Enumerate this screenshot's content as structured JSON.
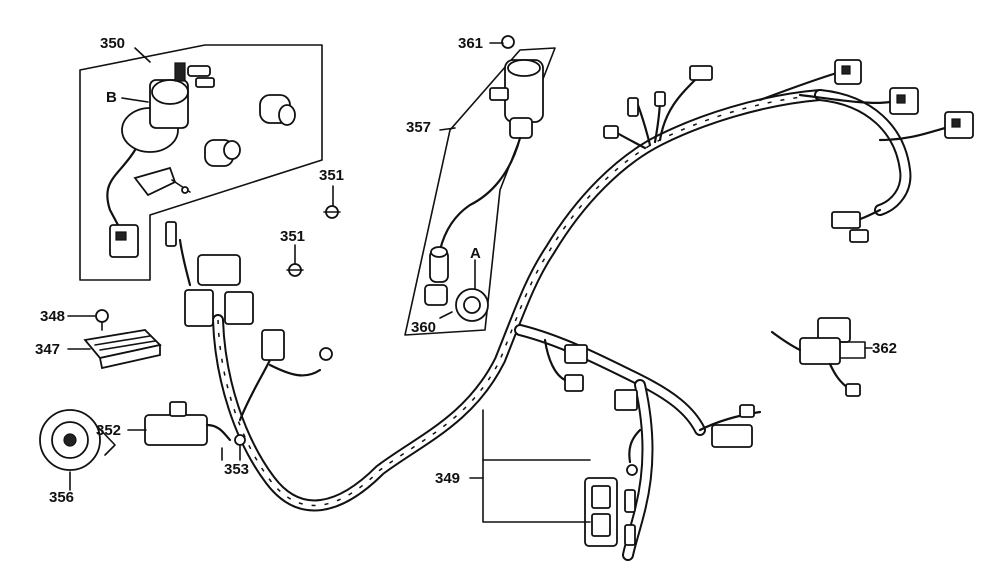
{
  "callouts": {
    "c350": "350",
    "cB": "B",
    "c351a": "351",
    "c351b": "351",
    "c348": "348",
    "c347": "347",
    "c352": "352",
    "c353": "353",
    "c356": "356",
    "c361": "361",
    "c357": "357",
    "cA": "A",
    "c360": "360",
    "c349": "349",
    "c362": "362"
  }
}
